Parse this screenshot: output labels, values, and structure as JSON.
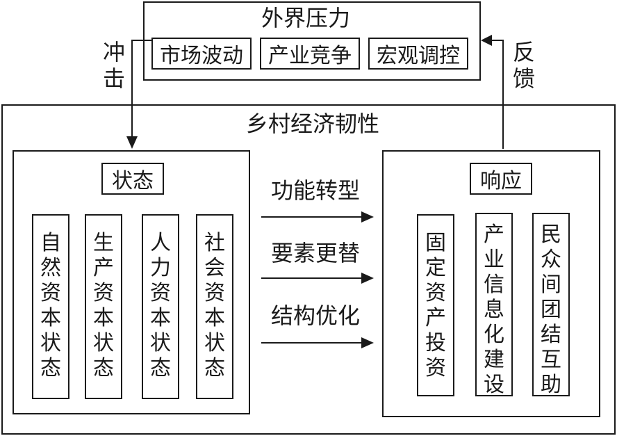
{
  "external": {
    "title": "外界压力",
    "factors": [
      "市场波动",
      "产业竞争",
      "宏观调控"
    ]
  },
  "arrows": {
    "impact": "冲击",
    "feedback": "反馈",
    "middle": [
      "功能转型",
      "要素更替",
      "结构优化"
    ]
  },
  "resilience": {
    "title": "乡村经济韧性",
    "state": {
      "title": "状态",
      "items": [
        "自然资本状态",
        "生产资本状态",
        "人力资本状态",
        "社会资本状态"
      ]
    },
    "response": {
      "title": "响应",
      "items": [
        "固定资产投资",
        "产业信息化建设",
        "民众间团结互助"
      ]
    }
  }
}
